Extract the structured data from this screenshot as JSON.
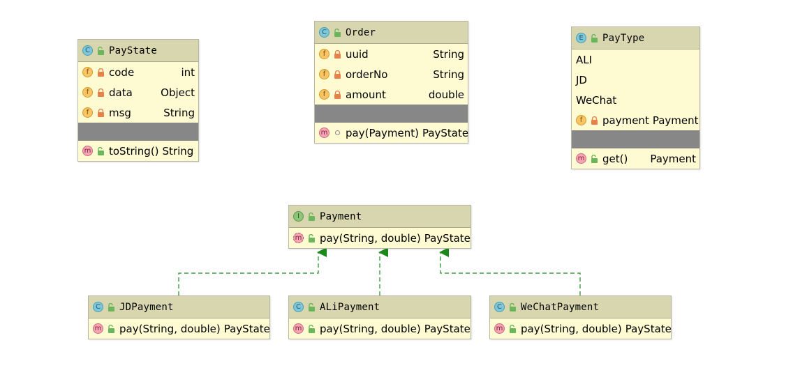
{
  "classes": {
    "paystate": {
      "kind": "C",
      "name": "PayState",
      "fields": [
        {
          "name": "code",
          "type": "int"
        },
        {
          "name": "data",
          "type": "Object"
        },
        {
          "name": "msg",
          "type": "String"
        }
      ],
      "methods": [
        {
          "sig": "toString()",
          "ret": "String"
        }
      ]
    },
    "order": {
      "kind": "C",
      "name": "Order",
      "fields": [
        {
          "name": "uuid",
          "type": "String"
        },
        {
          "name": "orderNo",
          "type": "String"
        },
        {
          "name": "amount",
          "type": "double"
        }
      ],
      "methods": [
        {
          "sig": "pay(Payment)",
          "ret": "PayState"
        }
      ]
    },
    "paytype": {
      "kind": "E",
      "name": "PayType",
      "constants": [
        "ALI",
        "JD",
        "WeChat"
      ],
      "fields": [
        {
          "name": "payment",
          "type": "Payment"
        }
      ],
      "methods": [
        {
          "sig": "get()",
          "ret": "Payment"
        }
      ]
    },
    "payment": {
      "kind": "I",
      "name": "Payment",
      "methods": [
        {
          "sig": "pay(String, double)",
          "ret": "PayState"
        }
      ]
    },
    "jdpayment": {
      "kind": "C",
      "name": "JDPayment",
      "methods": [
        {
          "sig": "pay(String, double)",
          "ret": "PayState"
        }
      ]
    },
    "alipayment": {
      "kind": "C",
      "name": "ALiPayment",
      "methods": [
        {
          "sig": "pay(String, double)",
          "ret": "PayState"
        }
      ]
    },
    "wechatpayment": {
      "kind": "C",
      "name": "WeChatPayment",
      "methods": [
        {
          "sig": "pay(String, double)",
          "ret": "PayState"
        }
      ]
    }
  },
  "badges": {
    "field": "f",
    "method": "m"
  },
  "colors": {
    "class_fill": "#fefbd3",
    "header_fill": "#d8d6ae",
    "separator_gray": "#878787",
    "realization_arrow": "#1b8a1b",
    "private_lock": "#e8804a",
    "public_lock": "#6bb65a"
  },
  "icons": {
    "class": "class-icon",
    "enum": "enum-icon",
    "interface": "interface-icon",
    "field": "field-icon",
    "method": "method-icon",
    "abstract_method": "abstract-method-icon",
    "private": "private-lock-icon",
    "public": "public-unlock-icon",
    "package_private": "package-dot-icon"
  }
}
